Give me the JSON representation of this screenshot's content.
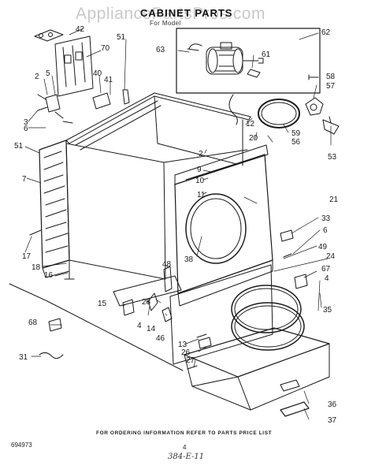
{
  "watermark": "AppliancePartsPros.com",
  "title": "CABINET PARTS",
  "subtitle": "For Model",
  "footer": {
    "left_code": "694973",
    "center_note": "FOR ORDERING INFORMATION REFER TO PARTS PRICE LIST",
    "page_number": "4",
    "handwritten_note": "384-E-11"
  },
  "callouts": {
    "c42": "42",
    "c51a": "51",
    "c62": "62",
    "c63": "63",
    "c70": "70",
    "c61": "61",
    "c2a": "2",
    "c5": "5",
    "c40": "40",
    "c41": "41",
    "c58": "58",
    "c57": "57",
    "c3": "3",
    "c6a": "6",
    "c12": "12",
    "c59": "59",
    "c56": "56",
    "c20": "20",
    "c51b": "51",
    "c2b": "2",
    "c9": "9",
    "c53": "53",
    "c7": "7",
    "c10": "10",
    "c11": "11",
    "c21": "21",
    "c33": "33",
    "c6b": "6",
    "c17": "17",
    "c49": "49",
    "c24": "24",
    "c38": "38",
    "c18": "18",
    "c48": "48",
    "c67": "67",
    "c16": "16",
    "c4a": "4",
    "c15": "15",
    "c28": "28",
    "c35": "35",
    "c4b": "4",
    "c14": "14",
    "c46": "46",
    "c68": "68",
    "c13": "13",
    "c26": "26",
    "c27": "27",
    "c31": "31",
    "c36": "36",
    "c37": "37"
  }
}
